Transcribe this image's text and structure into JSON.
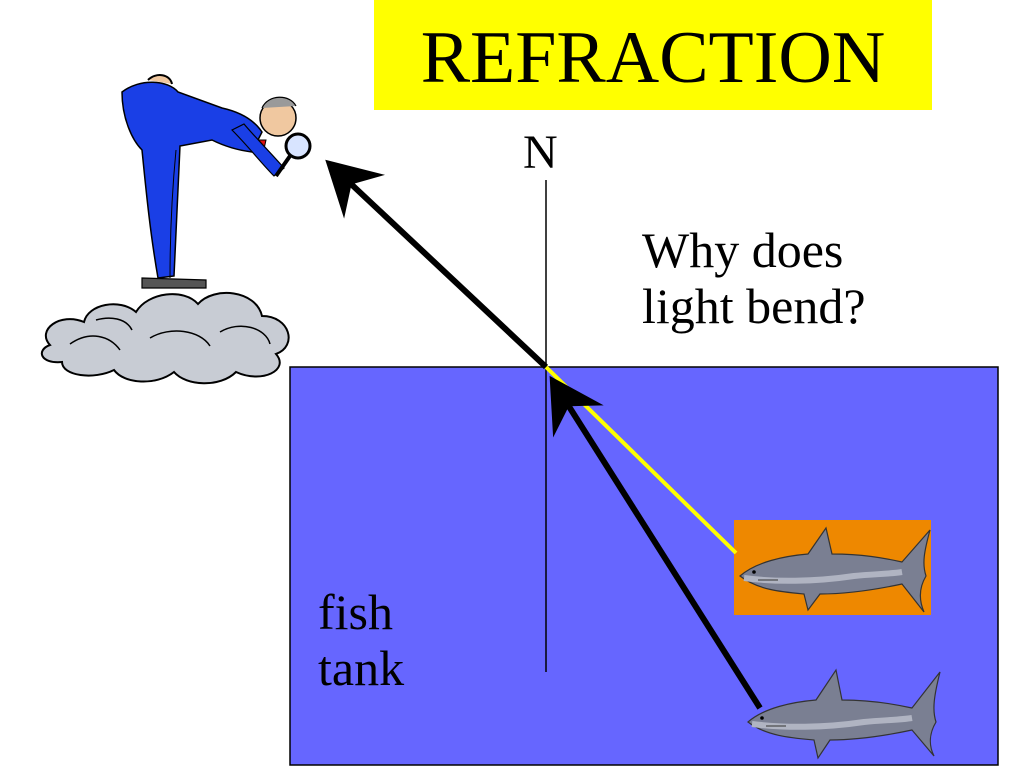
{
  "title": "REFRACTION",
  "normal_label": "N",
  "question": {
    "line1": "Why does",
    "line2": "light bend?"
  },
  "tank_label": {
    "line1": "fish",
    "line2": "tank"
  },
  "colors": {
    "title_background": "#ffff00",
    "tank_fill": "#6666ff",
    "image_box": "#ee8800",
    "light_ray": "#ffff00",
    "suit": "#1a3fe6",
    "cloud": "#c8ccd4",
    "shark": "#7a7f92"
  },
  "elements": {
    "observer": "man-with-magnifying-glass",
    "platform": "cloud",
    "real_fish": "shark",
    "apparent_fish": "shark-image"
  }
}
